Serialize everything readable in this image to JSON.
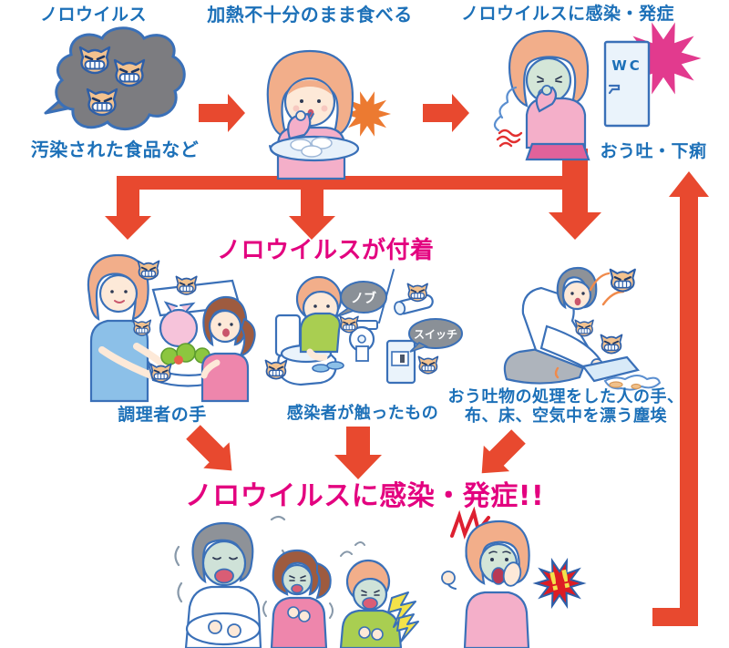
{
  "colors": {
    "arrow_red": "#E8492F",
    "caption_blue": "#1C70B8",
    "heading_pink": "#E3017F",
    "starburst_pink": "#E23A8E",
    "alert_red": "#DD1C24",
    "alert_yellow": "#F3E24A"
  },
  "stage_virus": {
    "title": "ノロウイルス",
    "caption": "汚染された食品など"
  },
  "stage_eat": {
    "title": "加熱不十分のまま食べる"
  },
  "stage_onset": {
    "title": "ノロウイルスに感染・発症",
    "door_label": "WC",
    "caption": "おう吐・下痢"
  },
  "attach": {
    "heading": "ノロウイルスが付着",
    "cook_caption": "調理者の手",
    "touched_caption": "感染者が触ったもの",
    "cleanup_caption_line1": "おう吐物の処理をした人の手、",
    "cleanup_caption_line2": "布、床、空気中を漂う塵埃",
    "bubble_knob": "ノブ",
    "bubble_switch": "スイッチ"
  },
  "result": {
    "heading": "ノロウイルスに感染・発症!!",
    "exclamation": "!!"
  }
}
